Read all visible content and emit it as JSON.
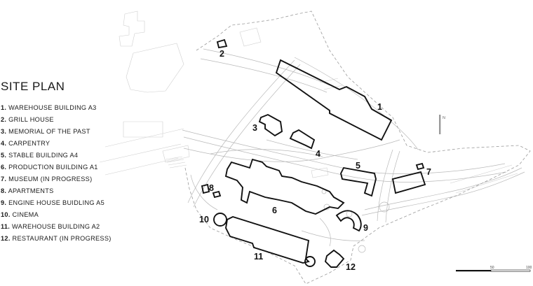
{
  "legend": {
    "title": "SITE PLAN",
    "items": [
      {
        "num": "1.",
        "label": "WAREHOUSE BUILDING A3"
      },
      {
        "num": "2.",
        "label": "GRILL HOUSE"
      },
      {
        "num": "3.",
        "label": "MEMORIAL OF THE PAST"
      },
      {
        "num": "4.",
        "label": "CARPENTRY"
      },
      {
        "num": "5.",
        "label": "STABLE BUILDING A4"
      },
      {
        "num": "6.",
        "label": "PRODUCTION BUILDING A1"
      },
      {
        "num": "7.",
        "label": "MUSEUM (IN PROGRESS)"
      },
      {
        "num": "8.",
        "label": "APARTMENTS"
      },
      {
        "num": "9.",
        "label": "ENGINE HOUSE BUIDLING A5"
      },
      {
        "num": "10.",
        "label": "CINEMA"
      },
      {
        "num": "11.",
        "label": "WAREHOUSE BUILDING A2"
      },
      {
        "num": "12.",
        "label": "RESTAURANT (IN PROGRESS)"
      }
    ]
  },
  "map_labels": [
    "1",
    "2",
    "3",
    "4",
    "5",
    "6",
    "7",
    "8",
    "9",
    "10",
    "11",
    "12"
  ],
  "north": {
    "label": "N"
  },
  "scale": {
    "mid_label": "50",
    "end_label": "100"
  }
}
